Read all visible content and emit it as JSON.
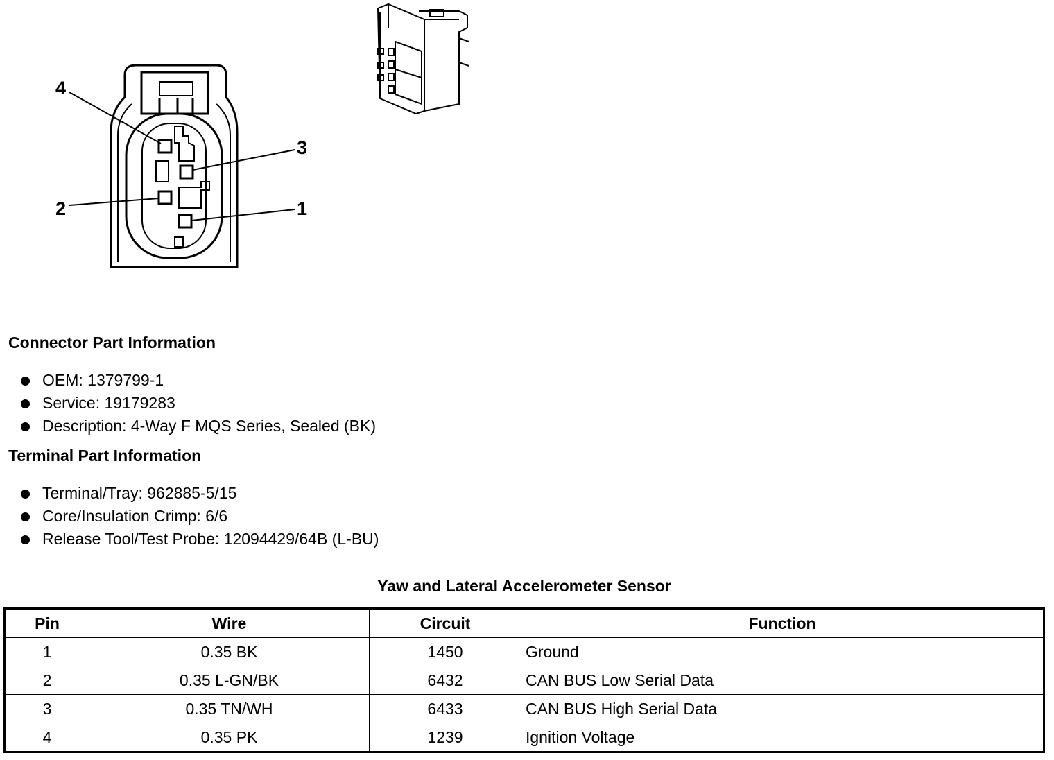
{
  "diagram": {
    "callouts": [
      "4",
      "3",
      "2",
      "1"
    ]
  },
  "connector_info": {
    "heading": "Connector Part Information",
    "items": [
      "OEM: 1379799-1",
      "Service: 19179283",
      "Description: 4-Way F MQS Series, Sealed (BK)"
    ]
  },
  "terminal_info": {
    "heading": "Terminal Part Information",
    "items": [
      "Terminal/Tray: 962885-5/15",
      "Core/Insulation Crimp: 6/6",
      "Release Tool/Test Probe: 12094429/64B (L-BU)"
    ]
  },
  "table": {
    "title": "Yaw and Lateral Accelerometer Sensor",
    "headers": [
      "Pin",
      "Wire",
      "Circuit",
      "Function"
    ],
    "rows": [
      [
        "1",
        "0.35 BK",
        "1450",
        "Ground"
      ],
      [
        "2",
        "0.35 L-GN/BK",
        "6432",
        "CAN BUS Low Serial Data"
      ],
      [
        "3",
        "0.35 TN/WH",
        "6433",
        "CAN BUS High Serial Data"
      ],
      [
        "4",
        "0.35 PK",
        "1239",
        "Ignition Voltage"
      ]
    ]
  }
}
